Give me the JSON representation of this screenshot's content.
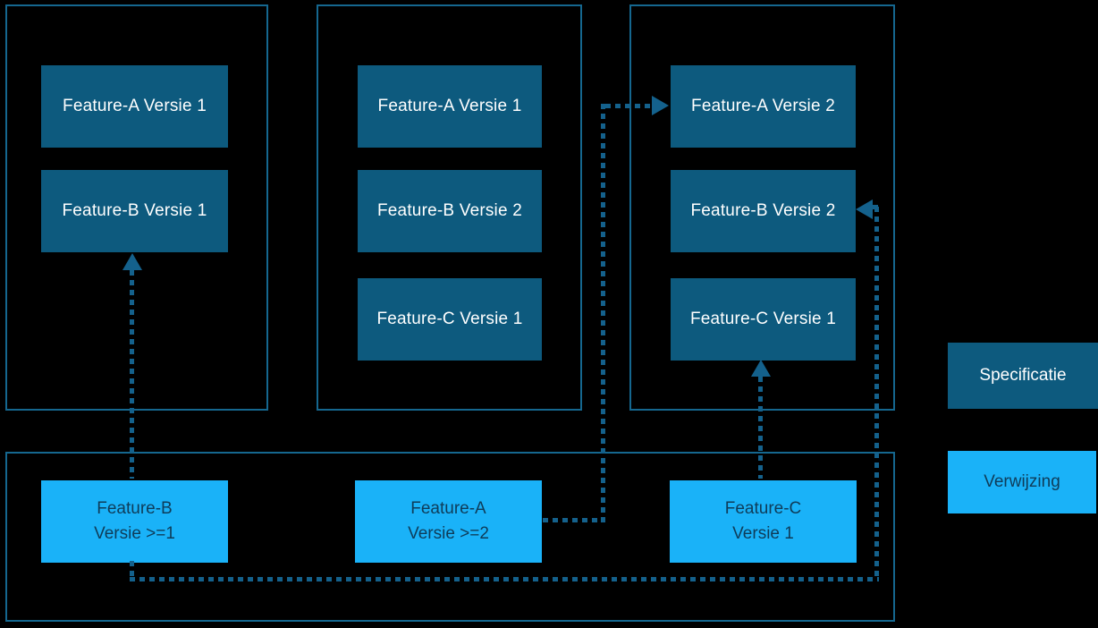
{
  "diagram": {
    "groups": [
      {
        "boxes": [
          {
            "label": "Feature-A Versie 1"
          },
          {
            "label": "Feature-B Versie 1"
          }
        ]
      },
      {
        "boxes": [
          {
            "label": "Feature-A Versie 1"
          },
          {
            "label": "Feature-B Versie 2"
          },
          {
            "label": "Feature-C Versie 1"
          }
        ]
      },
      {
        "boxes": [
          {
            "label": "Feature-A Versie 2"
          },
          {
            "label": "Feature-B Versie 2"
          },
          {
            "label": "Feature-C Versie 1"
          }
        ]
      }
    ],
    "references": [
      {
        "line1": "Feature-B",
        "line2": "Versie >=1"
      },
      {
        "line1": "Feature-A",
        "line2": "Versie >=2"
      },
      {
        "line1": "Feature-C",
        "line2": "Versie 1"
      }
    ],
    "legend": {
      "specification_label": "Specificatie",
      "reference_label": "Verwijzing"
    },
    "colors": {
      "background": "#000000",
      "specification_fill": "#0d5a7e",
      "reference_fill": "#1ab2f8",
      "group_outline": "#15678f",
      "arrow": "#14618c",
      "specification_text": "#ffffff",
      "reference_text": "#0f3c59"
    }
  }
}
